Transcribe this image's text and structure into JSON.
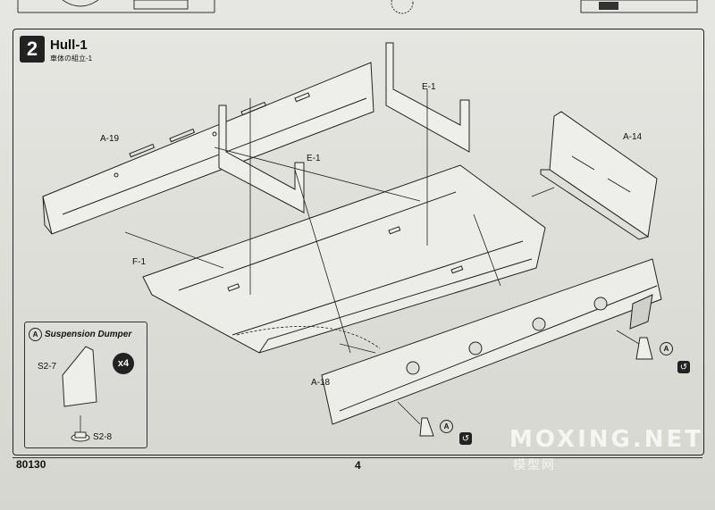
{
  "step": {
    "number": "2",
    "title": "Hull-1",
    "subtitle": "車体の組立-1"
  },
  "parts": {
    "a19": "A-19",
    "e1_top": "E-1",
    "e1_mid": "E-1",
    "a14": "A-14",
    "f1": "F-1",
    "a18": "A-18"
  },
  "inset": {
    "marker": "A",
    "title": "Suspension Dumper",
    "part_s27": "S2-7",
    "part_s28": "S2-8",
    "qty": "x4"
  },
  "markers": {
    "a": "A",
    "rotate": "↺"
  },
  "footer": {
    "code": "80130",
    "page": "4"
  },
  "watermark": {
    "main": "MOXING.NET",
    "sub": "模型网"
  }
}
